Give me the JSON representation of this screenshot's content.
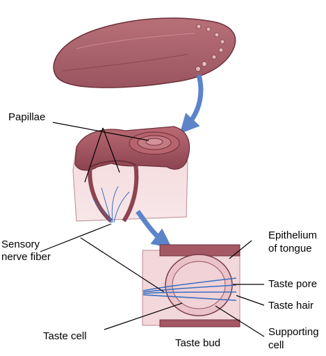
{
  "labels": {
    "papillae": "Papillae",
    "sensory_nerve_fiber_1": "Sensory",
    "sensory_nerve_fiber_2": "nerve fiber",
    "epithelium_1": "Epithelium",
    "epithelium_2": "of tongue",
    "taste_pore": "Taste pore",
    "taste_hair": "Taste hair",
    "taste_cell": "Taste cell",
    "taste_bud": "Taste bud",
    "supporting_cell_1": "Supporting",
    "supporting_cell_2": "cell"
  },
  "colors": {
    "tongue": "#a9606a",
    "tongue_dark": "#7d3d47",
    "tissue": "#f1d3d6",
    "arrow": "#5b84c9",
    "nerve": "#3b6fc1",
    "leader_line": "#000000"
  }
}
